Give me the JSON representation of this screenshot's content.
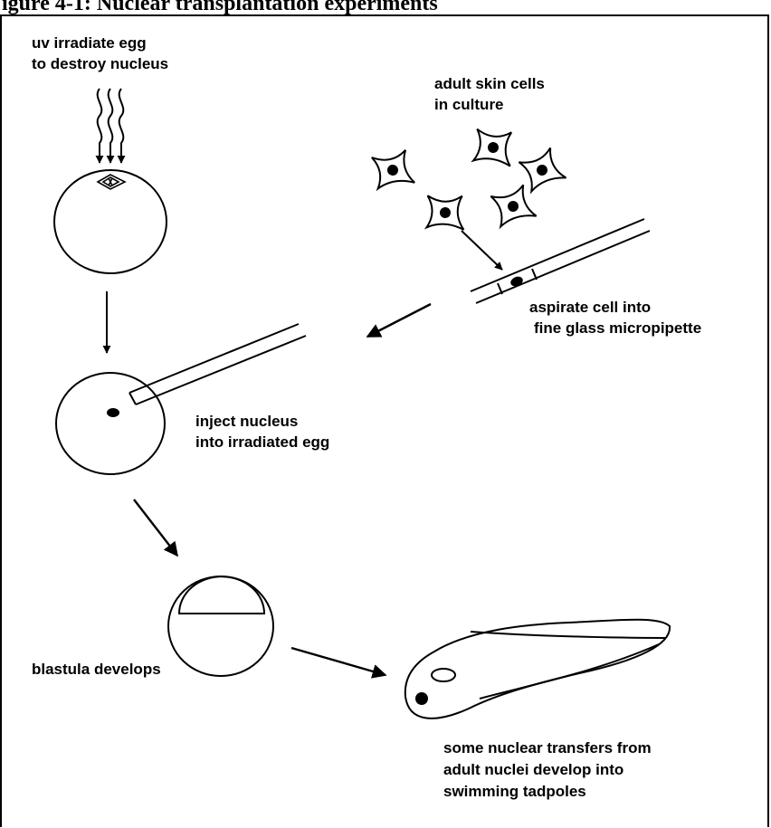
{
  "header": {
    "title": "igure 4-1: Nuclear transplantation experiments"
  },
  "labels": {
    "uv_line1": "uv irradiate egg",
    "uv_line2": "to destroy nucleus",
    "skin_line1": "adult skin cells",
    "skin_line2": "in culture",
    "aspirate_line1": "aspirate cell into",
    "aspirate_line2": "fine glass micropipette",
    "inject_line1": "inject nucleus",
    "inject_line2": "into irradiated egg",
    "blastula": "blastula develops",
    "tadpole_line1": "some nuclear transfers from",
    "tadpole_line2": "adult nuclei develop into",
    "tadpole_line3": "swimming tadpoles"
  }
}
